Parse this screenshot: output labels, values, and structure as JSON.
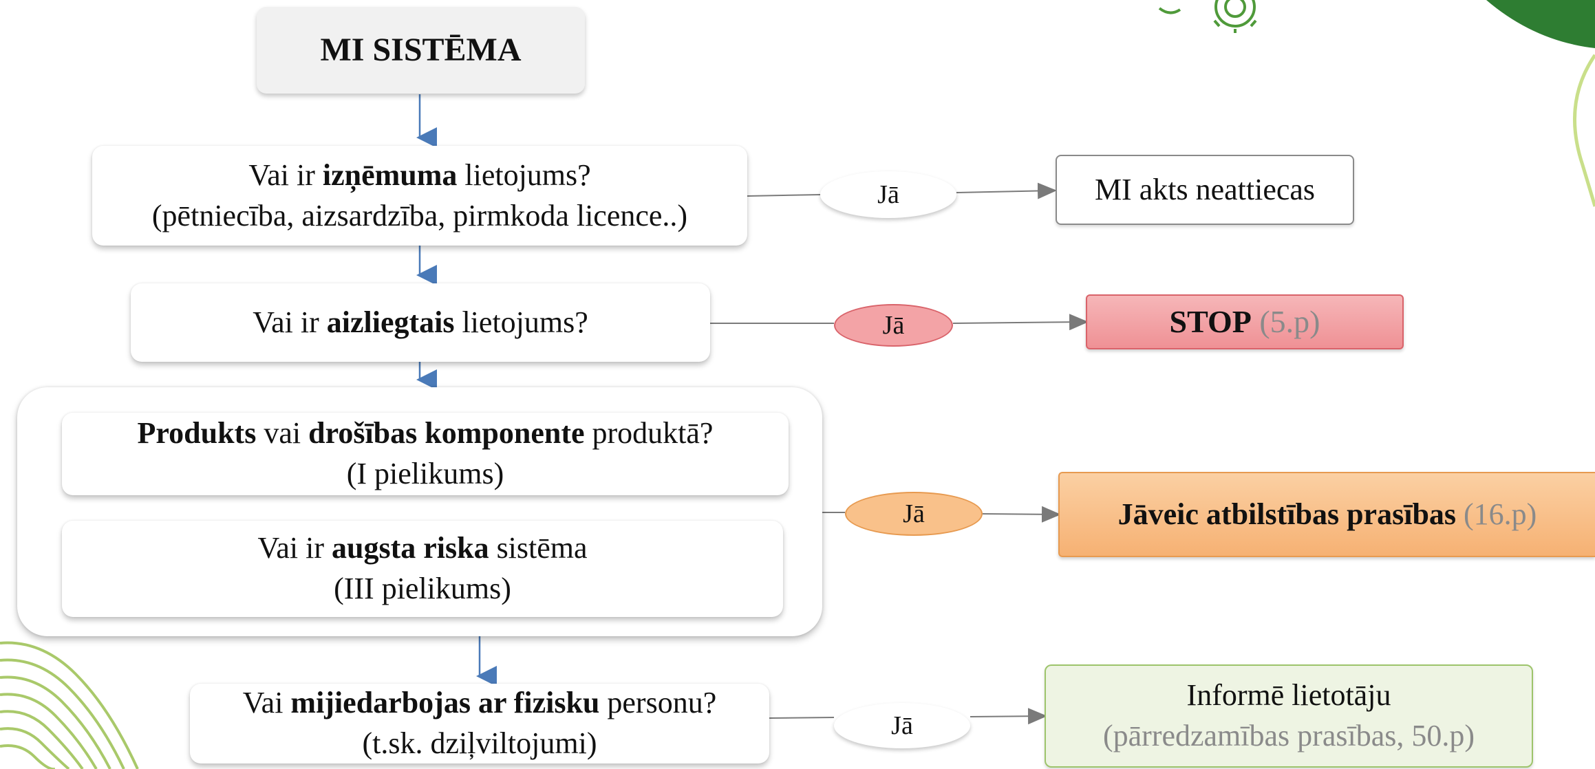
{
  "title": "MI SISTĒMA",
  "q_exception": {
    "pre": "Vai ir ",
    "bold": "izņēmuma",
    "post": " lietojums?",
    "line2": "(pētniecība, aizsardzība, pirmkoda licence..)"
  },
  "q_prohibited": {
    "pre": "Vai ir ",
    "bold": "aizliegtais",
    "post": " lietojums?"
  },
  "q_product": {
    "bold1": "Produkts",
    "mid": " vai ",
    "bold2": "drošības komponente",
    "post": " produktā?",
    "line2": "(I pielikums)"
  },
  "q_highrisk": {
    "pre": "Vai ir ",
    "bold": "augsta riska",
    "post": " sistēma",
    "line2": "(III pielikums)"
  },
  "q_interaction": {
    "pre": "Vai ",
    "bold": "mijiedarbojas ar fizisku",
    "post": " personu?",
    "line2": "(t.sk. dziļviltojumi)"
  },
  "yes_labels": [
    "Jā",
    "Jā",
    "Jā",
    "Jā"
  ],
  "out_not_applicable": "MI akts neattiecas",
  "out_stop": {
    "bold": "STOP",
    "ref": " (5.p)"
  },
  "out_conformity": {
    "bold": "Jāveic atbilstības prasības",
    "ref": " (16.p)"
  },
  "out_inform": {
    "line1": "Informē lietotāju",
    "line2": "(pārredzamības prasības, 50.p)"
  },
  "colors": {
    "arrow_down": "#4a7ab8",
    "arrow_side": "#7a7a7a",
    "stop_fill": "#f3a3a6",
    "stop_border": "#d9636a",
    "conformity_fill": "#f9c18a",
    "conformity_border": "#e79a50",
    "inform_fill": "#eef4e3",
    "inform_border": "#9dc46b",
    "brand_green": "#2e7d32",
    "brand_lime": "#b5d36b"
  }
}
